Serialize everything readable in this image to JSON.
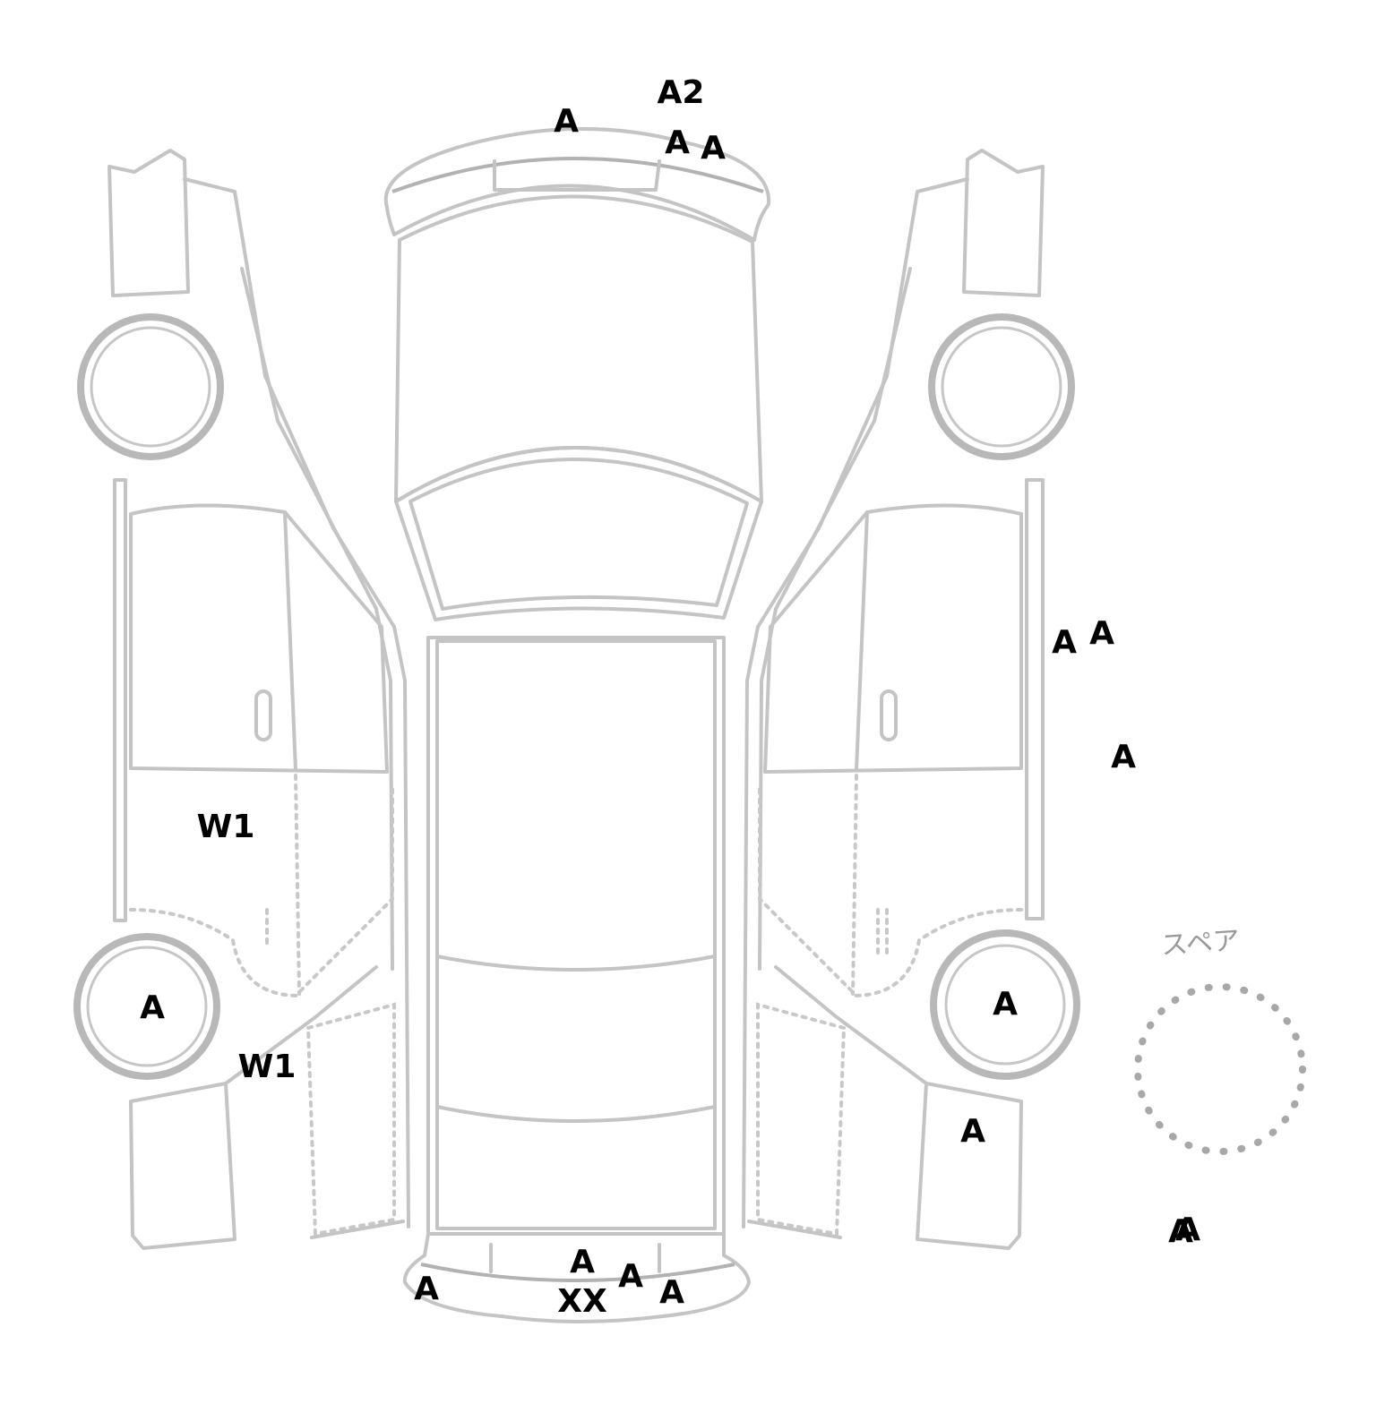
{
  "spare": {
    "label": "スペア"
  },
  "marks": {
    "front_a2": "A2",
    "front_a_left": "A",
    "front_a_mid": "A",
    "front_a_right": "A",
    "right_door_a1": "A",
    "right_door_a2": "A",
    "right_side_a": "A",
    "left_door_w1": "W1",
    "left_rear_wheel_a": "A",
    "left_rear_w1": "W1",
    "right_rear_wheel_a": "A",
    "right_rear_quarter_a": "A",
    "bottom_right_a1": "A",
    "bottom_right_a2": "A",
    "rear_bumper_a_left": "A",
    "rear_bumper_a_center": "A",
    "rear_bumper_a_mid": "A",
    "rear_bumper_a_right": "A",
    "rear_bumper_xx": "XX"
  }
}
